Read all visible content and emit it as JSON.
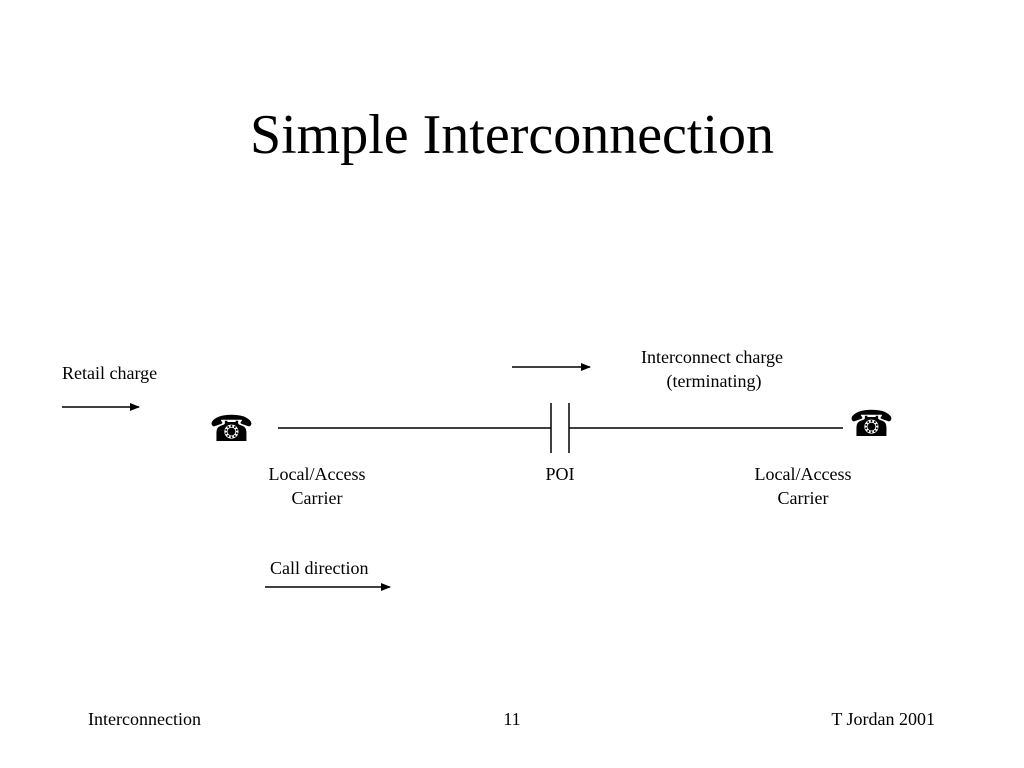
{
  "slide": {
    "title": "Simple Interconnection"
  },
  "diagram": {
    "retail_charge_label": "Retail charge",
    "interconnect_charge_label_line1": "Interconnect charge",
    "interconnect_charge_label_line2": "(terminating)",
    "left_carrier_line1": "Local/Access",
    "left_carrier_line2": "Carrier",
    "poi_label": "POI",
    "right_carrier_line1": "Local/Access",
    "right_carrier_line2": "Carrier",
    "call_direction_label": "Call direction",
    "phone_icon": "telephone-icon"
  },
  "footer": {
    "left": "Interconnection",
    "center": "11",
    "right": "T Jordan 2001"
  }
}
